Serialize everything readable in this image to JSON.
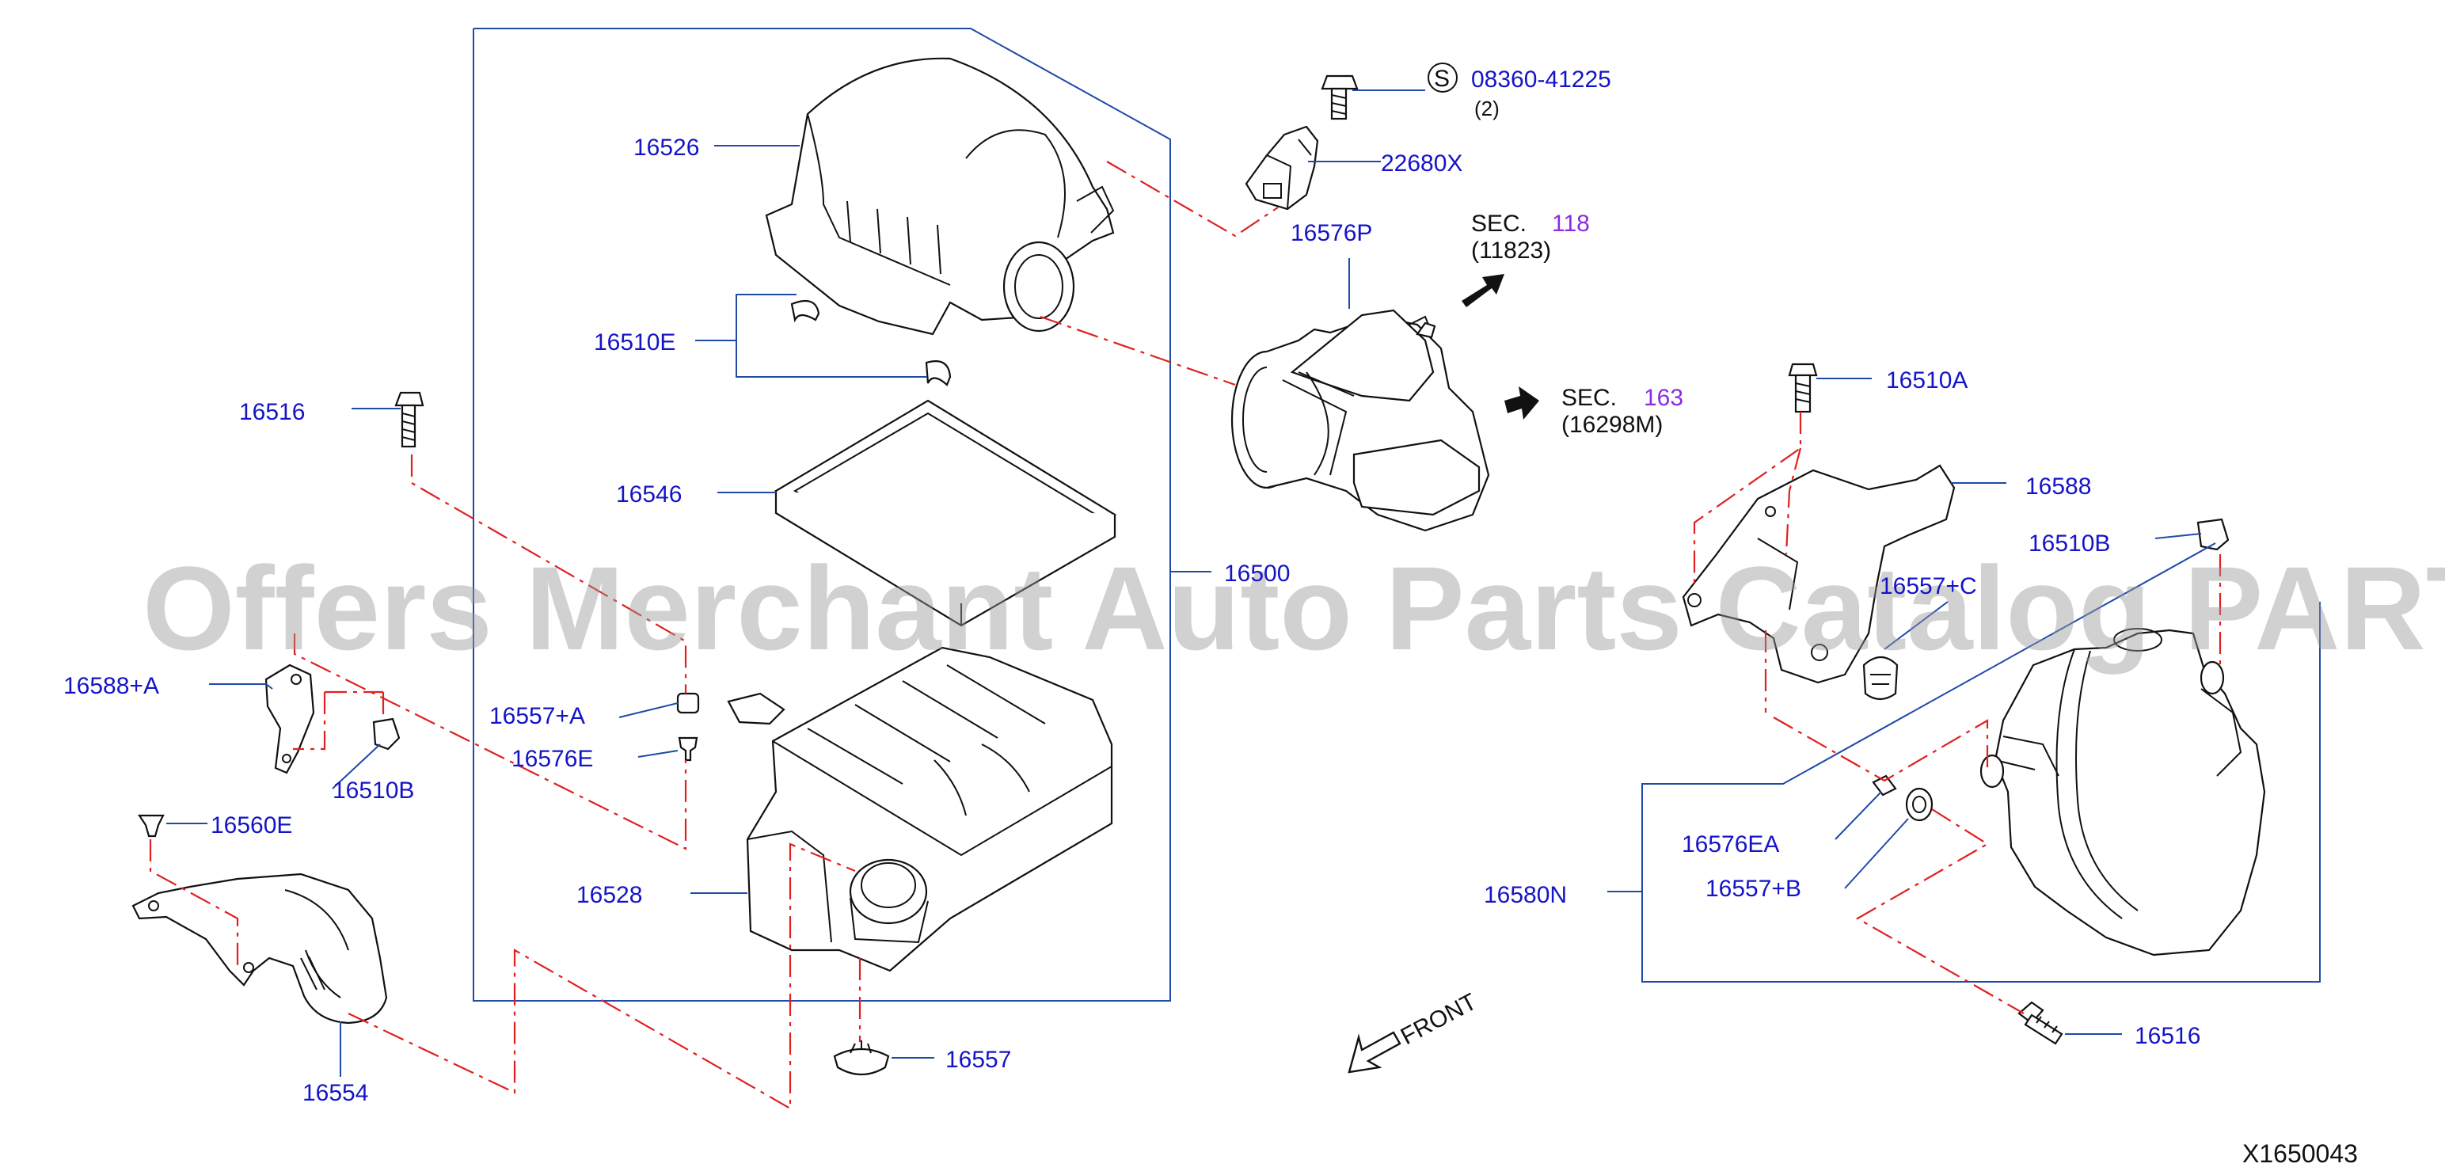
{
  "diagram_id": "X1650043",
  "watermark": "Offers Merchant Auto Parts Catalog PARTSTORE SA",
  "front_label": "FRONT",
  "screw_symbol": "S",
  "screw_part": "08360-41225",
  "screw_qty": "(2)",
  "sec_1_label": "SEC.",
  "sec_1_num": "118",
  "sec_1_ref": "(11823)",
  "sec_2_label": "SEC.",
  "sec_2_num": "163",
  "sec_2_ref": "(16298M)",
  "parts": {
    "p16526": "16526",
    "p22680X": "22680X",
    "p16576P": "16576P",
    "p16510E": "16510E",
    "p16516_left": "16516",
    "p16546": "16546",
    "p16500": "16500",
    "p16588A": "16588+A",
    "p16510B_left": "16510B",
    "p16557A": "16557+A",
    "p16576E": "16576E",
    "p16560E": "16560E",
    "p16528": "16528",
    "p16554": "16554",
    "p16557": "16557",
    "p16510A": "16510A",
    "p16588": "16588",
    "p16510B_right": "16510B",
    "p16557C": "16557+C",
    "p16576EA": "16576EA",
    "p16557B": "16557+B",
    "p16580N": "16580N",
    "p16516_right": "16516"
  }
}
